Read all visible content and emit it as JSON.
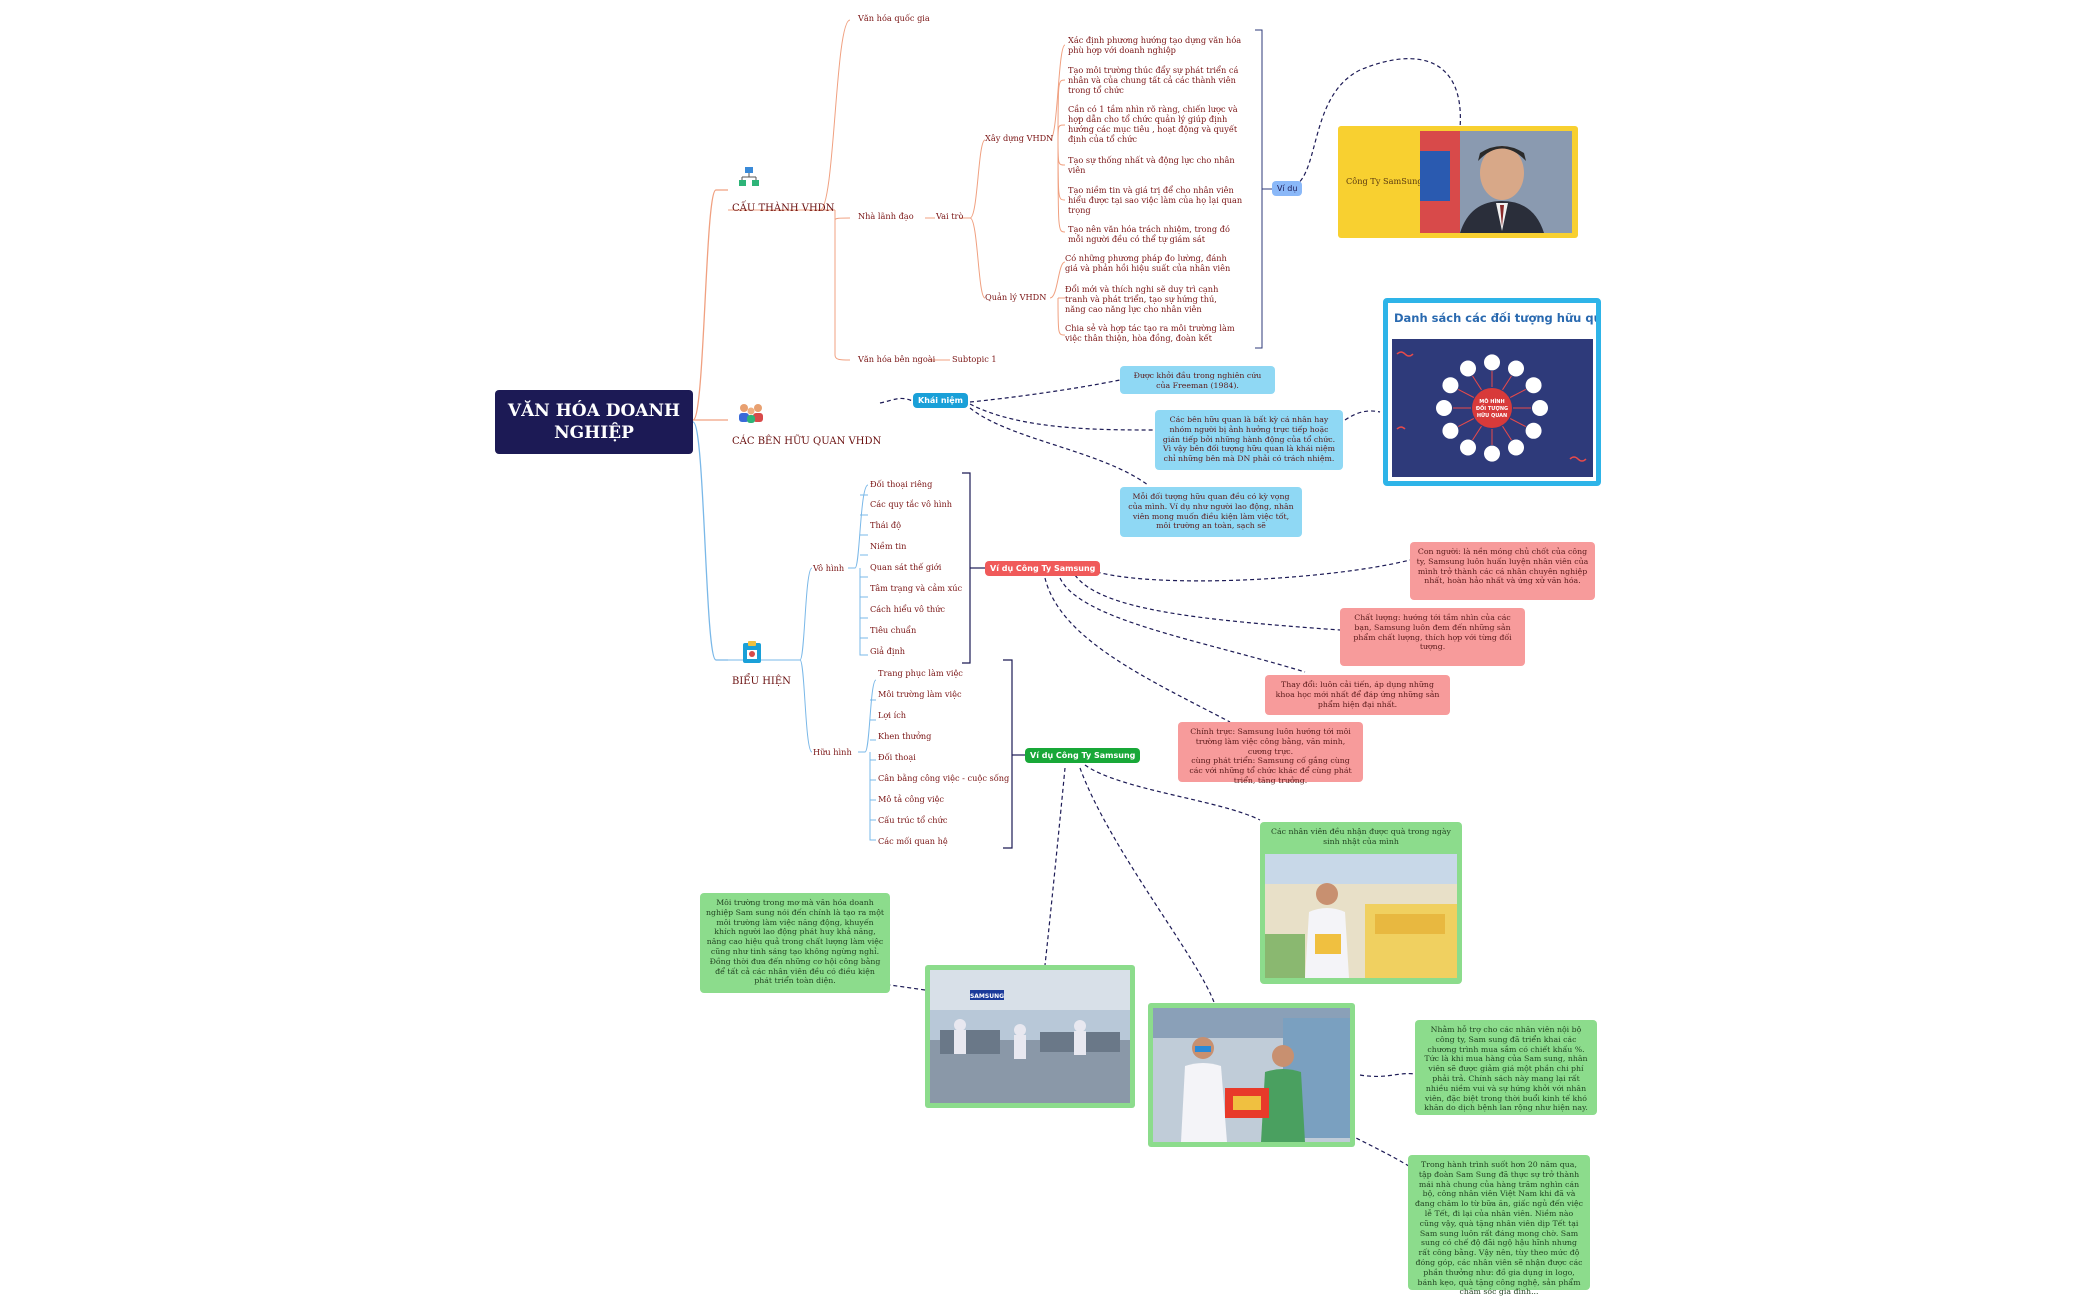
{
  "root": {
    "title": "VĂN HÓA DOANH NGHIỆP"
  },
  "branches": {
    "cau_thanh": "CẤU THÀNH VHDN",
    "ben_huu_quan": "CÁC BÊN HỮU QUAN VHDN",
    "bieu_hien": "BIỂU HIỆN"
  },
  "cau_thanh": {
    "van_hoa_quoc_gia": "Văn hóa quốc gia",
    "nha_lanh_dao": "Nhà lãnh đạo",
    "vai_tro": "Vai trò",
    "xay_dung": "Xây dựng VHDN",
    "xay_dung_items": [
      "Xác định phương hướng tạo dựng văn hóa phù hợp với doanh nghiệp",
      "Tạo môi trường thúc đẩy sự phát triển cá nhân và của chung tất cả các thành viên trong tổ chức",
      "Cần có 1 tầm nhìn rõ ràng, chiến lược và hợp dẫn cho tổ chức quản lý giúp định hướng các mục tiêu , hoạt động và quyết định của tổ chức",
      "Tạo sự thống nhất và động lực cho nhân viên",
      "Tạo niềm tin và giá trị để cho nhân viên hiểu được tại sao việc làm của họ lại quan trọng",
      "Tạo nên văn hóa trách nhiệm, trong đó mỗi người đều có thể tự giám sát"
    ],
    "quan_ly": "Quản lý VHDN",
    "quan_ly_items": [
      "Có những phương pháp đo lường, đánh giá và phản hồi hiệu suất của nhân viên",
      "Đổi mới và thích nghi sẽ duy trì cạnh tranh và phát triển, tạo sự hứng thú, năng cao năng lực cho nhân viên",
      "Chia sẻ và hợp tác tạo ra môi trường làm việc thân thiện, hòa đồng, đoàn kết"
    ],
    "vi_du": "Ví dụ",
    "samsung_label": "Công Ty SamSung",
    "van_hoa_ben_ngoai": "Văn hóa bên ngoài",
    "subtopic": "Subtopic 1"
  },
  "ben_huu_quan": {
    "khai_niem": "Khái niệm",
    "notes": [
      "Được khởi đầu trong nghiên cứu của Freeman (1984).",
      "Các bên hữu quan là bất kỳ cá nhân hay nhóm người bị ảnh hưởng trực tiếp hoặc gián tiếp bởi những hành động của tổ chức. Vì vậy bên đối tượng hữu quan là khái niệm chỉ những bên mà DN phải có trách nhiệm.",
      "Mỗi đối tượng hữu quan đều có kỳ vọng của mình. Ví dụ như người lao động, nhân viên mong muốn điều kiện làm việc tốt, môi trường an toàn, sạch sẽ"
    ],
    "card_title": "Danh sách các đối tượng hữu quan",
    "card_center": "MÔ HÌNH ĐỐI TƯỢNG HỮU QUAN"
  },
  "bieu_hien": {
    "vo_hinh": "Vô hình",
    "vo_hinh_items": [
      "Đối thoại riêng",
      "Các quy tắc vô hình",
      "Thái độ",
      "Niềm tin",
      "Quan sát thế giới",
      "Tâm trạng và cảm xúc",
      "Cách hiểu vô thức",
      "Tiêu chuẩn",
      "Giả định"
    ],
    "huu_hinh": "Hữu hình",
    "huu_hinh_items": [
      "Trang phục làm việc",
      "Môi trường làm việc",
      "Lợi ích",
      "Khen thưởng",
      "Đối thoại",
      "Cân bằng công việc - cuộc sống",
      "Mô tả công việc",
      "Cấu trúc tổ chức",
      "Các mối quan hệ"
    ],
    "vi_du_samsung_red": "Ví dụ Công Ty Samsung",
    "vi_du_samsung_green": "Ví dụ Công Ty Samsung",
    "pink_notes": [
      "Con người: là nền móng chủ chốt của công ty, Samsung luôn huấn luyện nhân viên của mình trở thành các cá nhân chuyên nghiệp nhất, hoàn hảo nhất và ứng xử văn hóa.",
      "Chất lượng: hướng tới tầm nhìn của các bạn, Samsung luôn đem đến những sản phẩm chất lượng, thích hợp với từng đối tượng.",
      "Thay đổi: luôn cải tiến, áp dụng những khoa học mới nhất để đáp ứng những sản phẩm hiện đại nhất.",
      "Chính trực: Samsung luôn hướng tới môi trường làm việc công bằng, văn minh, cương trực.\ncùng phát triển: Samsung cố gắng cùng các với những tổ chức khác để cùng phát triển, tăng trưởng."
    ],
    "green_notes": {
      "birthday": "Các nhân viên đều nhận được quà trong ngày sinh nhật của mình",
      "environment": "Môi trường trong mơ mà văn hóa doanh nghiệp Sam sung nói đến chính là tạo ra một môi trường làm việc năng động, khuyến khích người lao động phát huy khả năng, nâng cao hiệu quả trong chất lượng làm việc cũng như tinh sáng tạo không ngừng nghỉ. Đồng thời đưa đến những cơ hội công bằng để tất cả các nhân viên đều có điều kiện phát triển toàn diện.",
      "support": "Nhằm hỗ trợ cho các nhân viên nội bộ công ty, Sam sung đã triển khai các chương trình mua sắm có chiết khấu %. Tức là khi mua hàng của Sam sung, nhân viên sẽ được giảm giá một phần chi phí phải trả. Chính sách này mang lại rất nhiều niềm vui và sự hứng khởi với nhân viên, đặc biệt trong thời buổi kinh tế khó khăn do dịch bệnh lan rộng như hiện nay.",
      "tet": "Trong hành trình suốt hơn 20 năm qua, tập đoàn Sam Sung đã thực sự trở thành mái nhà chung của hàng trăm nghìn cán bộ, công nhân viên Việt Nam khi đã và đang chăm lo từ bữa ăn, giấc ngủ đến việc lễ Tết, đi lại của nhân viên. Niềm nào cũng vậy, quà tặng nhân viên dịp Tết tại Sam sung luôn rất đáng mong chờ. Sam sung có chế độ đãi ngộ hậu hĩnh nhưng rất công bằng. Vậy nên, tùy theo mức độ đóng góp, các nhân viên sẽ nhận được các phần thưởng như: đồ gia dụng in logo, bánh kẹo, quà tặng công nghệ, sản phẩm chăm sóc gia đình..."
    },
    "factory_sign": "SAMSUNG"
  },
  "colors": {
    "root_bg": "#1c1a55",
    "line_orange": "#f0a080",
    "line_blue": "#7ab8e8",
    "pill_blue": "#1aa0d8",
    "pill_red": "#f05a5a",
    "pill_green": "#18a838",
    "card_border": "#2eb4e8",
    "card_inner": "#2e3a7a",
    "samsung_bg": "#f8d030",
    "vidu_blue": "#8ab8f8"
  },
  "icons": [
    "flowchart-icon",
    "people-icon",
    "clipboard-icon"
  ]
}
